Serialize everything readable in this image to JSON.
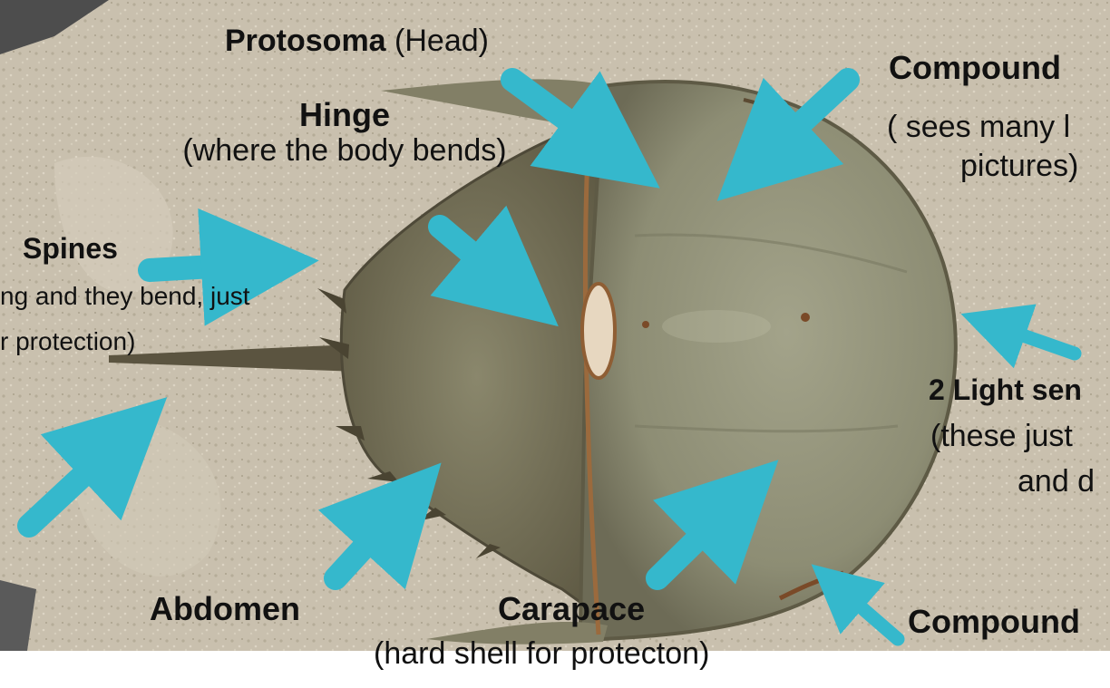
{
  "labels": {
    "protosoma_bold": "Protosoma",
    "protosoma_rest": " (Head)",
    "hinge_title": "Hinge",
    "hinge_desc": "(where the body bends)",
    "spines_title": "Spines",
    "spines_desc_1": "ng and they bend, just",
    "spines_desc_2": "r protection)",
    "compound_top_title": "Compound",
    "compound_top_desc_1": "( sees many l",
    "compound_top_desc_2": "pictures)",
    "light_sensors_title": "2 Light sen",
    "light_sensors_desc_1": "(these just",
    "light_sensors_desc_2": "and d",
    "compound_bottom_title": "Compound",
    "abdomen_title": "Abdomen",
    "carapace_title": "Carapace",
    "carapace_desc": "(hard shell for protecton)"
  },
  "colors": {
    "arrow": "#35b8cc",
    "sand": "#c9c0ae",
    "shell": "#8f9076",
    "shell_edge": "#6f6b55",
    "background": "#ffffff"
  }
}
